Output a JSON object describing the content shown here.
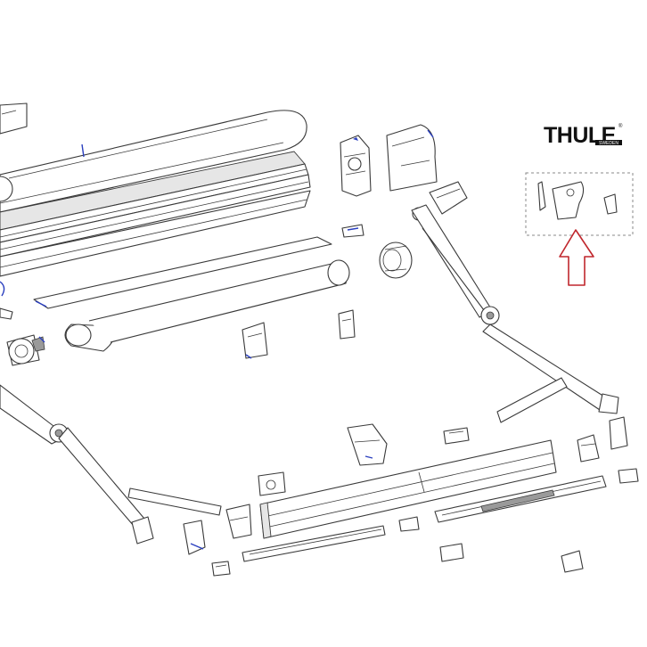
{
  "brand": {
    "logo_text": "THULE",
    "logo_subtext": "SWEDEN",
    "registered_mark": "®"
  },
  "colors": {
    "line": "#3a3a3a",
    "accent_blue": "#2a3fbf",
    "arrow_red": "#c0272d",
    "dashed_box": "#8a8a8a"
  },
  "callout": {
    "arrow_direction": "up"
  }
}
